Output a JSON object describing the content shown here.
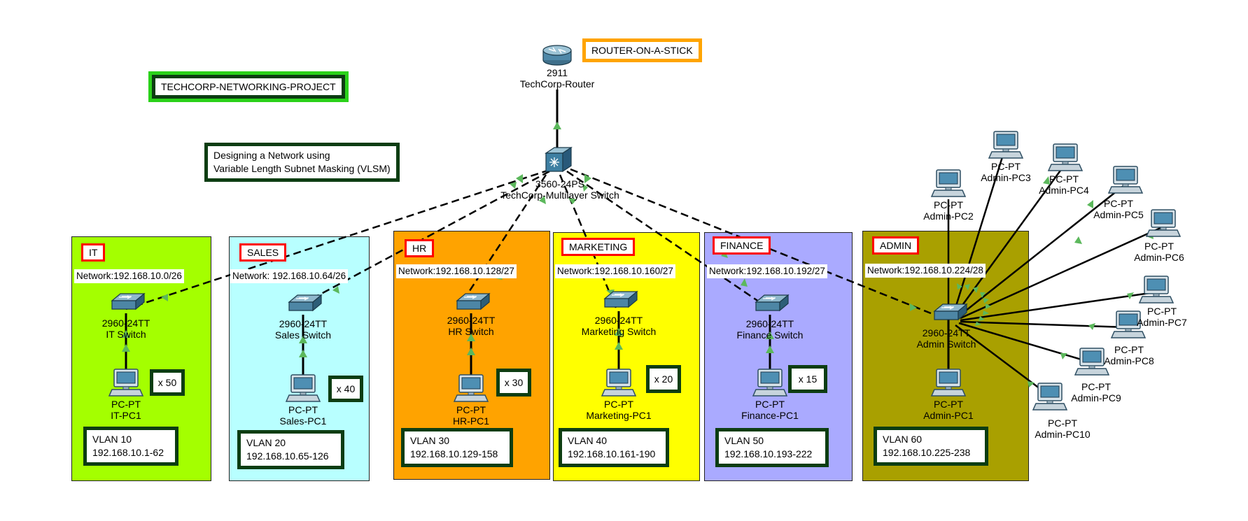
{
  "project_title": "TECHCORP-NETWORKING-PROJECT",
  "description": {
    "line1": "Designing a Network using",
    "line2": "Variable Length Subnet Masking (VLSM)"
  },
  "router_tag": "ROUTER-ON-A-STICK",
  "router": {
    "model": "2911",
    "name": "TechCorp-Router"
  },
  "core_switch": {
    "model": "3560-24PS",
    "name": "TechCorp-Multilayer Switch"
  },
  "colors": {
    "it": "#a4ff00",
    "sales": "#b8ffff",
    "hr": "#ffa300",
    "marketing": "#ffff00",
    "finance": "#aaaaff",
    "admin": "#a9a000",
    "tag_red": "#ff0000",
    "box_border": "#0c3d12",
    "title_green": "#2bd21a",
    "router_tag": "#ffa400",
    "link_arrow": "#5cb85c"
  },
  "departments": {
    "it": {
      "tag": "IT",
      "network": "Network:192.168.10.0/26",
      "switch_model": "2960-24TT",
      "switch_name": "IT Switch",
      "pc_model": "PC-PT",
      "pc_name": "IT-PC1",
      "count": "x 50",
      "vlan": "VLAN 10",
      "range": "192.168.10.1-62"
    },
    "sales": {
      "tag": "SALES",
      "network": "Network: 192.168.10.64/26",
      "switch_model": "2960-24TT",
      "switch_name": "Sales Switch",
      "pc_model": "PC-PT",
      "pc_name": "Sales-PC1",
      "count": "x 40",
      "vlan": "VLAN 20",
      "range": "192.168.10.65-126"
    },
    "hr": {
      "tag": "HR",
      "network": "Network:192.168.10.128/27",
      "switch_model": "2960-24TT",
      "switch_name": "HR Switch",
      "pc_model": "PC-PT",
      "pc_name": "HR-PC1",
      "count": "x 30",
      "vlan": "VLAN 30",
      "range": "192.168.10.129-158"
    },
    "marketing": {
      "tag": "MARKETING",
      "network": "Network:192.168.10.160/27",
      "switch_model": "2960-24TT",
      "switch_name": "Marketing Switch",
      "pc_model": "PC-PT",
      "pc_name": "Marketing-PC1",
      "count": "x 20",
      "vlan": "VLAN 40",
      "range": "192.168.10.161-190"
    },
    "finance": {
      "tag": "FINANCE",
      "network": "Network:192.168.10.192/27",
      "switch_model": "2960-24TT",
      "switch_name": "Finance Switch",
      "pc_model": "PC-PT",
      "pc_name": "Finance-PC1",
      "count": "x 15",
      "vlan": "VLAN 50",
      "range": "192.168.10.193-222"
    },
    "admin": {
      "tag": "ADMIN",
      "network": "Network:192.168.10.224/28",
      "switch_model": "2960-24TT",
      "switch_name": "Admin Switch",
      "pc_model": "PC-PT",
      "pc_name": "Admin-PC1",
      "vlan": "VLAN 60",
      "range": "192.168.10.225-238"
    }
  },
  "admin_pcs": [
    {
      "model": "PC-PT",
      "name": "Admin-PC2"
    },
    {
      "model": "PC-PT",
      "name": "Admin-PC3"
    },
    {
      "model": "PC-PT",
      "name": "Admin-PC4"
    },
    {
      "model": "PC-PT",
      "name": "Admin-PC5"
    },
    {
      "model": "PC-PT",
      "name": "Admin-PC6"
    },
    {
      "model": "PC-PT",
      "name": "Admin-PC7"
    },
    {
      "model": "PC-PT",
      "name": "Admin-PC8"
    },
    {
      "model": "PC-PT",
      "name": "Admin-PC9"
    },
    {
      "model": "PC-PT",
      "name": "Admin-PC10"
    }
  ]
}
